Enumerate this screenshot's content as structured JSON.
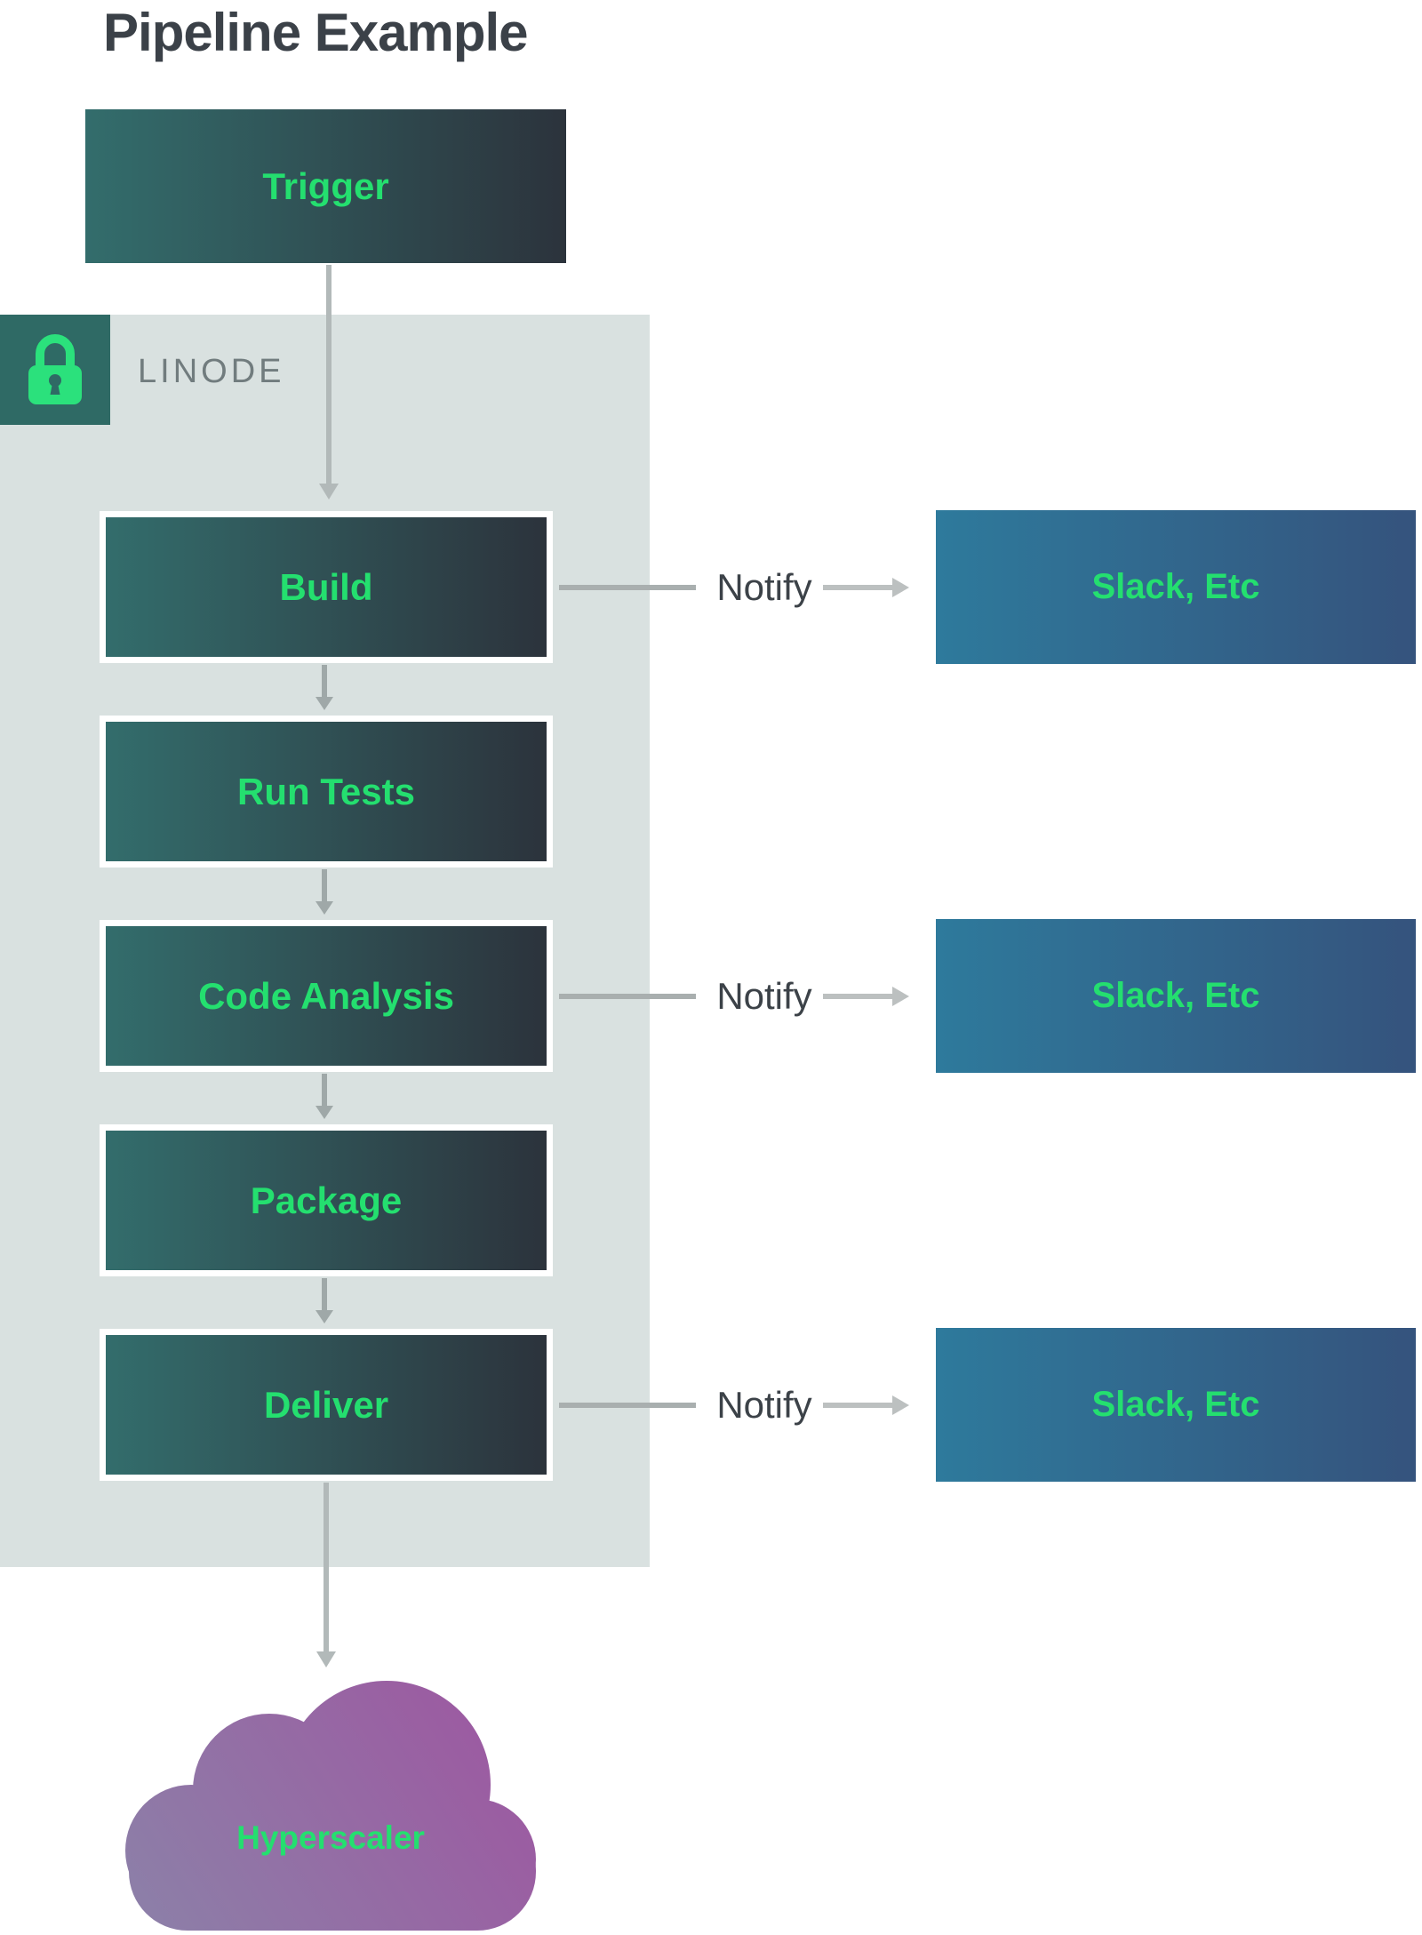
{
  "title": "Pipeline Example",
  "trigger": {
    "label": "Trigger"
  },
  "zone": {
    "label": "LINODE",
    "icon": "lock-icon"
  },
  "steps": [
    {
      "label": "Build",
      "notify": true
    },
    {
      "label": "Run Tests",
      "notify": false
    },
    {
      "label": "Code Analysis",
      "notify": true
    },
    {
      "label": "Package",
      "notify": false
    },
    {
      "label": "Deliver",
      "notify": true
    }
  ],
  "notify": {
    "label": "Notify",
    "target": "Slack, Etc"
  },
  "cloud": {
    "label": "Hyperscaler"
  },
  "colors": {
    "accent_green": "#24DF6F",
    "lock_green": "#2BE17C",
    "step_gradient_start": "#336D6C",
    "step_gradient_end": "#2C333C",
    "slack_gradient_start": "#2E7A9C",
    "slack_gradient_end": "#35537D",
    "zone_background": "#D9E1E0",
    "lock_badge_background": "#2F6A65",
    "cloud_gradient_start": "#8C80A8",
    "cloud_gradient_end": "#9D58A1",
    "title_text": "#3B4148",
    "zone_label_text": "#717C7E",
    "arrow_gray": "#B2B9B9"
  }
}
